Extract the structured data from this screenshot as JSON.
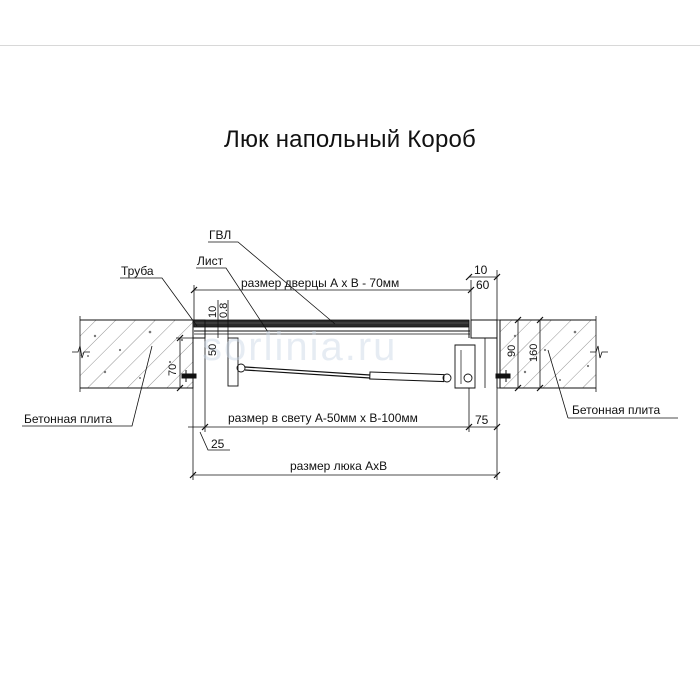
{
  "title": "Люк напольный Короб",
  "watermark": "sorlinia.ru",
  "labels": {
    "gvl": "ГВЛ",
    "list": "Лист",
    "truba": "Труба",
    "plate_left": "Бетонная плита",
    "plate_right": "Бетонная плита"
  },
  "dimensions": {
    "door_size": "размер дверцы А х В - 70мм",
    "clear_size": "размер в свету А-50мм х В-100мм",
    "hatch_size": "размер люка АхВ",
    "d10_top": "10",
    "d60": "60",
    "d10_side": "10",
    "d08": "0.8",
    "d50": "50",
    "d70": "70",
    "d90": "90",
    "d160": "160",
    "d25": "25",
    "d75": "75"
  },
  "colors": {
    "line": "#111111",
    "hatch": "#555555",
    "watermark": "#c9d6e6"
  }
}
